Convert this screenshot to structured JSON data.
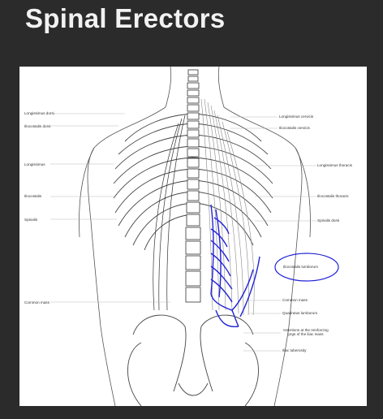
{
  "title": "Spinal Erectors",
  "figure": {
    "left_labels": [
      "Longissimus dorsi",
      "Iliocostalis dorsi",
      "Longissimus",
      "Iliocostalis",
      "Spinalis",
      "Common mass"
    ],
    "right_labels": [
      "Longissimus cervicis",
      "Iliocostalis cervicis",
      "Longissimus thoracis",
      "Iliocostalis thoracis",
      "Spinalis dorsi",
      "Iliocostalis lumborum",
      "Common mass",
      "Quadratus lumborum",
      "Insertions at the reinforcing prgs of the iliac mass",
      "Iliac tuberosity"
    ],
    "highlight_label": "Iliocostalis lumborum",
    "annotation_color": "#2323d6"
  }
}
